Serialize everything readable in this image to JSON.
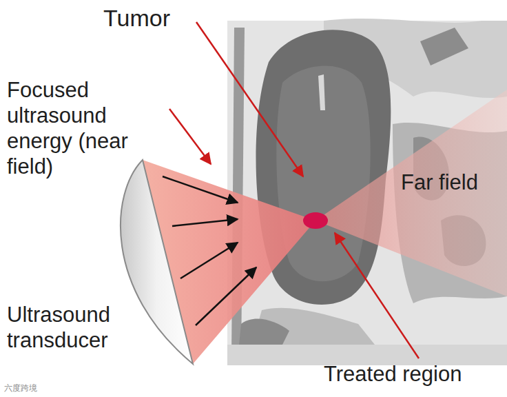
{
  "diagram": {
    "labels": [
      "Tumor",
      "Focused ultrasound energy (near field)",
      "Far field",
      "Ultrasound transducer",
      "Treated region",
      "六度跨境"
    ]
  }
}
